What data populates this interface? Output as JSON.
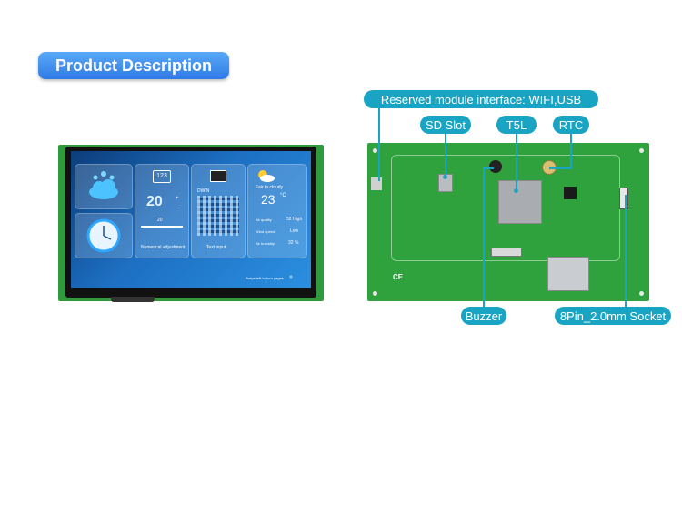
{
  "header": {
    "title": "Product Description"
  },
  "callouts": {
    "reserved": "Reserved module interface: WIFI,USB",
    "sd_slot": "SD Slot",
    "t5l": "T5L",
    "rtc": "RTC",
    "buzzer": "Buzzer",
    "socket": "8Pin_2.0mm Socket"
  },
  "screen_ui": {
    "numeric_value": "20",
    "numeric_top": "123",
    "numeric_slider": "20",
    "numeric_label": "Numerical adjustment",
    "keyboard_title": "DWIN",
    "text_label": "Text input",
    "weather_text": "Fair to cloudy",
    "temperature": "23",
    "temp_unit": "°C",
    "air_quality_label": "Air quality",
    "air_quality_value": "52 High",
    "wind_label": "Wind speed",
    "wind_value": "Low",
    "humidity_label": "Air humidity",
    "humidity_value": "32 %",
    "swipe_hint": "Swipe left to turn pages"
  },
  "board_marks": {
    "ce": "CE"
  },
  "colors": {
    "accent": "#1aa4c3",
    "title_bg": "#2f7be6",
    "pcb": "#2fa23d"
  }
}
